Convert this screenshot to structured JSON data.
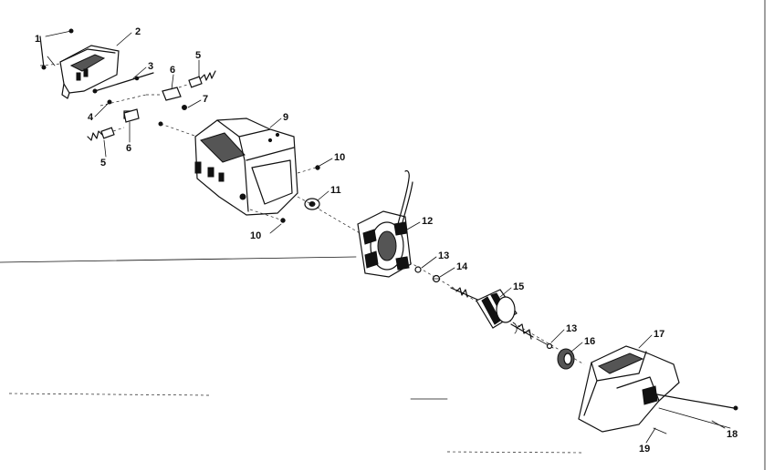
{
  "callouts": {
    "p1": "1",
    "p2": "2",
    "p3": "3",
    "p4": "4",
    "p5a": "5",
    "p5b": "5",
    "p6a": "6",
    "p6b": "6",
    "p7": "7",
    "p9": "9",
    "p10a": "10",
    "p10b": "10",
    "p11": "11",
    "p12": "12",
    "p13a": "13",
    "p13b": "13",
    "p14": "14",
    "p15": "15",
    "p16": "16",
    "p17": "17",
    "p18": "18",
    "p19": "19"
  }
}
